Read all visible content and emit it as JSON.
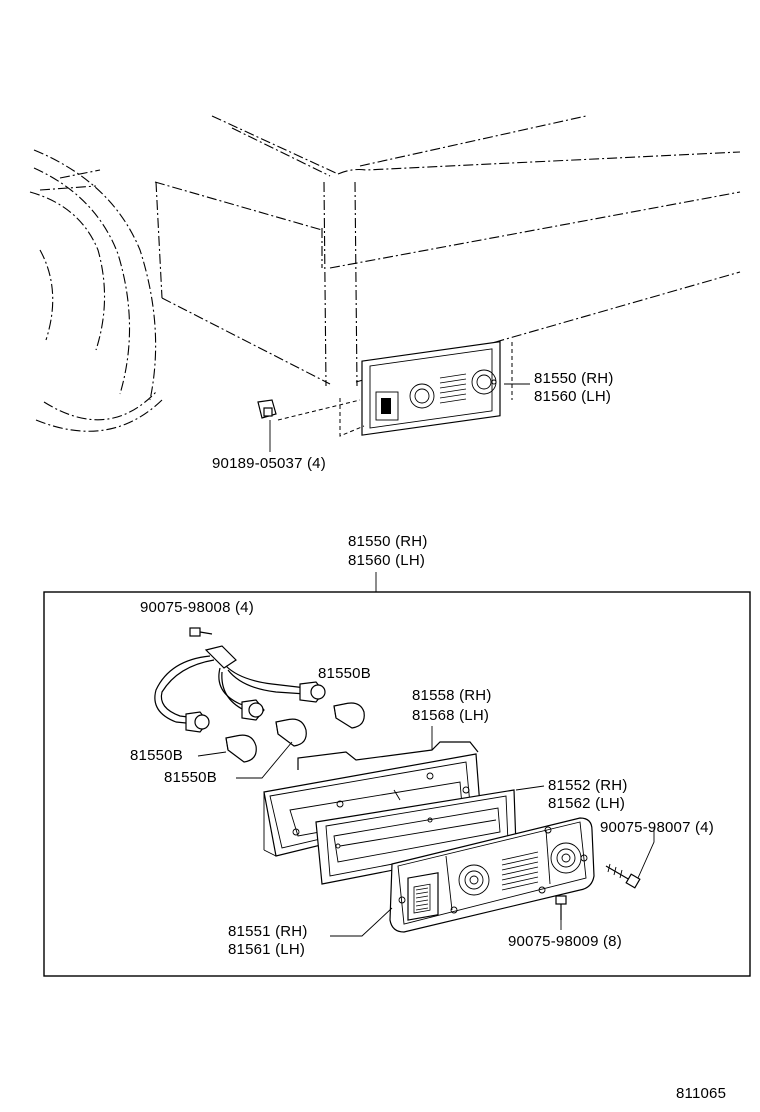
{
  "diagram_number": "811065",
  "top_view": {
    "lamp_callout": {
      "rh": "81550 (RH)",
      "lh": "81560 (LH)"
    },
    "clip_callout": "90189-05037 (4)"
  },
  "assembly_header": {
    "rh": "81550 (RH)",
    "lh": "81560 (LH)"
  },
  "parts": {
    "screw_top": "90075-98008 (4)",
    "bulb_a": "81550B",
    "bulb_b": "81550B",
    "bulb_c": "81550B",
    "housing": {
      "rh": "81558 (RH)",
      "lh": "81568 (LH)"
    },
    "gasket": {
      "rh": "81552 (RH)",
      "lh": "81562 (LH)"
    },
    "screw_right": "90075-98007 (4)",
    "lens": {
      "rh": "81551 (RH)",
      "lh": "81561 (LH)"
    },
    "screw_bottom": "90075-98009 (8)"
  }
}
